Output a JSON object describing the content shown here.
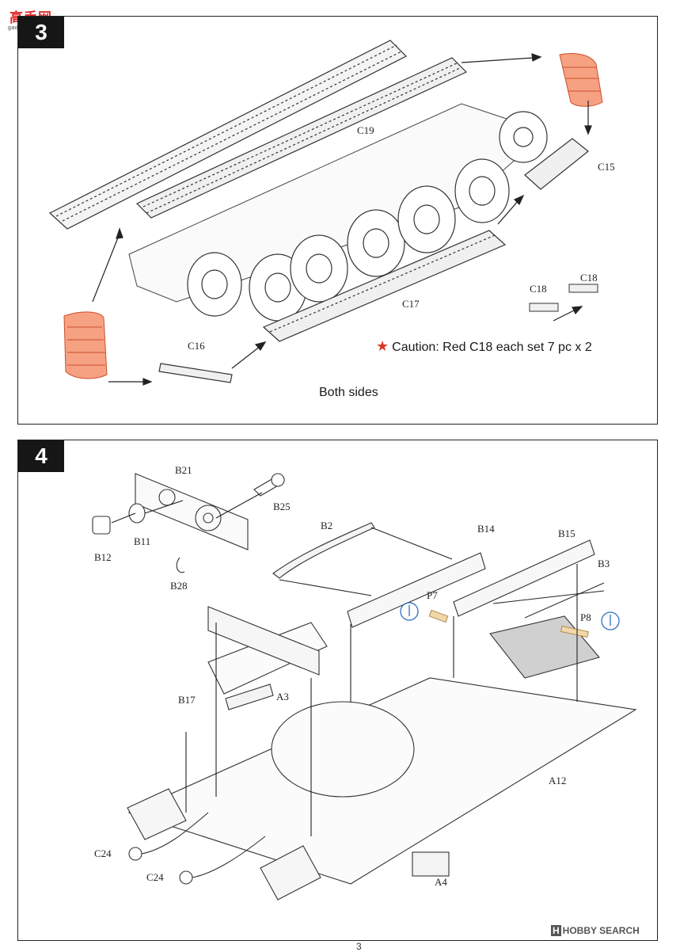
{
  "watermark": {
    "title": "高手网",
    "subtitle": "gaoshou.com.cn",
    "bottom_brand": "HOBBY SEARCH",
    "bottom_mark": "H"
  },
  "step3": {
    "number": "3",
    "labels": {
      "c19": "C19",
      "c15": "C15",
      "c18a": "C18",
      "c18b": "C18",
      "c17": "C17",
      "c16": "C16"
    },
    "caution": "Caution:  Red C18 each set 7 pc x 2",
    "note": "Both sides"
  },
  "step4": {
    "number": "4",
    "labels": {
      "b21": "B21",
      "b25": "B25",
      "b12": "B12",
      "b11": "B11",
      "b28": "B28",
      "b2": "B2",
      "b14": "B14",
      "b15": "B15",
      "b3": "B3",
      "p7": "P7",
      "p8": "P8",
      "b17": "B17",
      "a3": "A3",
      "a12": "A12",
      "c24a": "C24",
      "c24b": "C24",
      "a4": "A4"
    }
  },
  "page_number": "3",
  "colors": {
    "accent_red": "#d63a25",
    "parts_orange": "#f07a4a",
    "line": "#333333",
    "hint_blue": "#2f6fbf"
  }
}
